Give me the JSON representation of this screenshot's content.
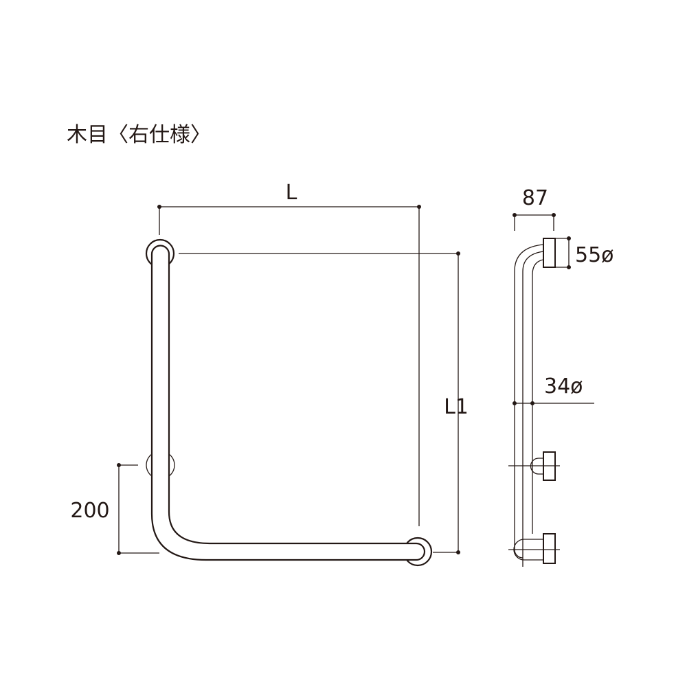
{
  "title": "木目〈右仕様〉",
  "dimensions": {
    "length": "L",
    "length1": "L1",
    "bracket_offset": "200",
    "projection": "87",
    "flange_diameter": "55ø",
    "tube_diameter": "34ø"
  },
  "colors": {
    "line": "#231815",
    "background": "#ffffff"
  }
}
